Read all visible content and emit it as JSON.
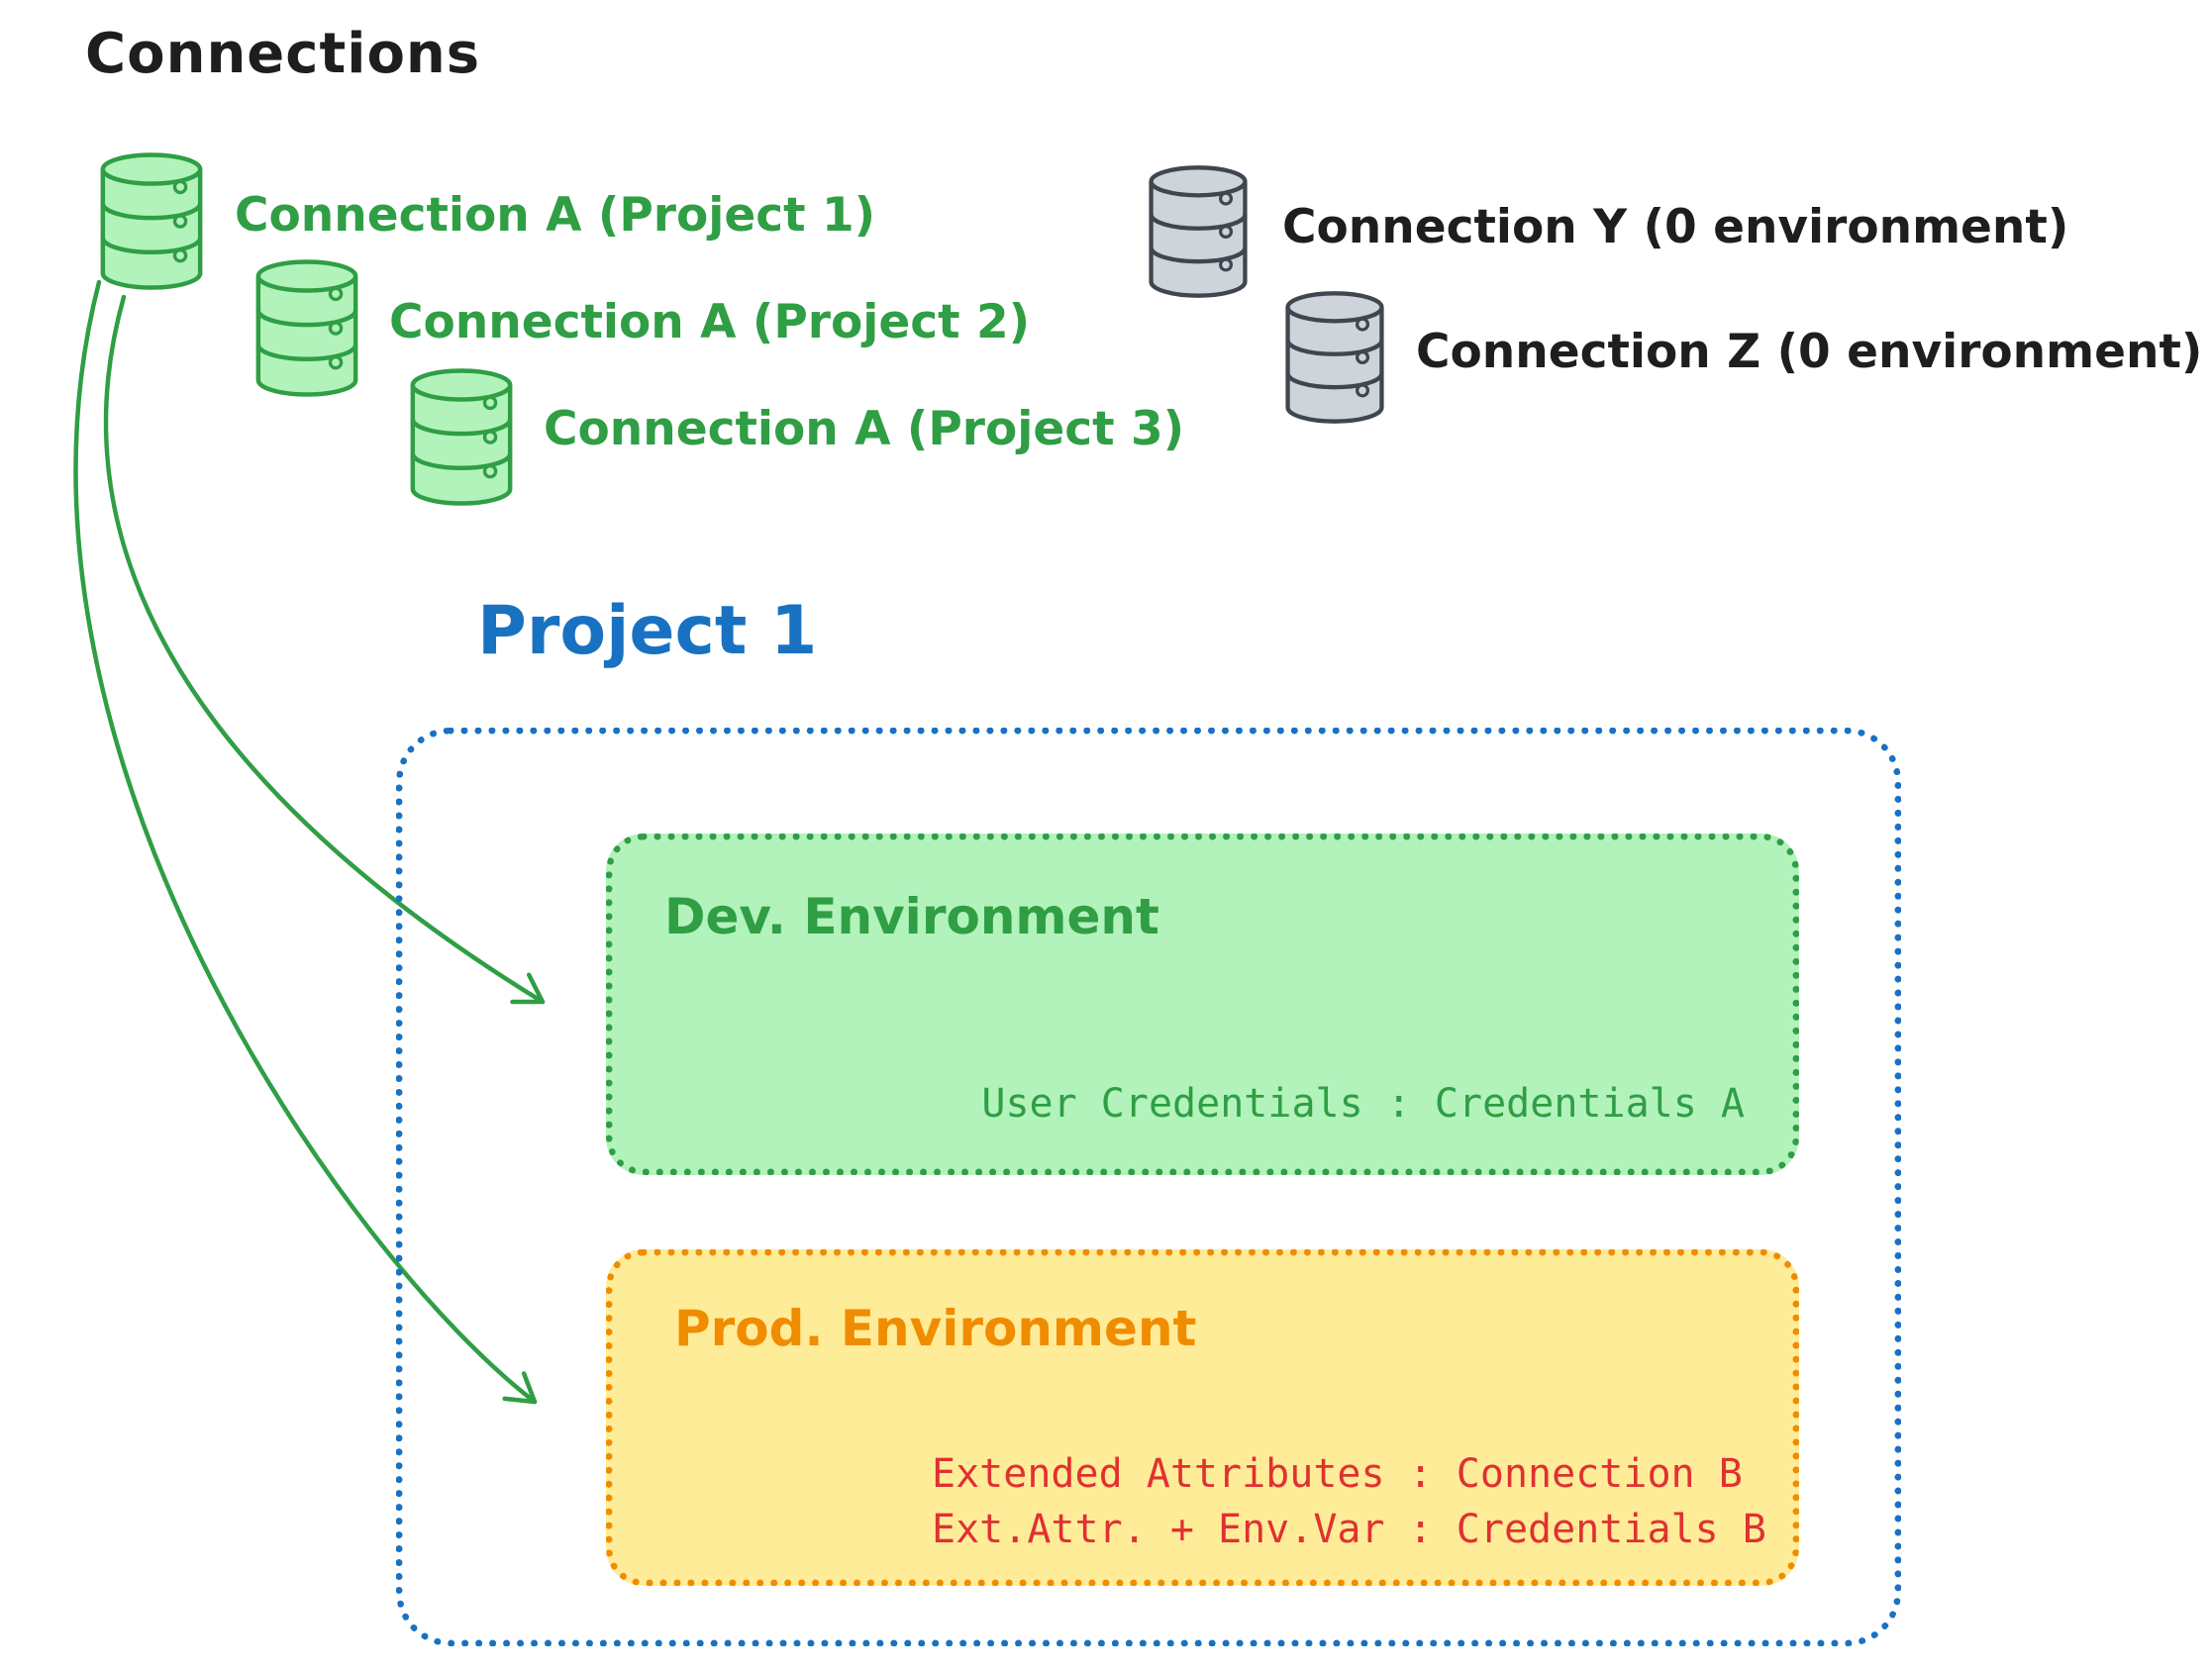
{
  "title": "Connections",
  "connections": {
    "project_a": [
      {
        "label": "Connection A (Project 1)"
      },
      {
        "label": "Connection A (Project 2)"
      },
      {
        "label": "Connection A (Project 3)"
      }
    ],
    "unassigned": [
      {
        "label": "Connection Y (0 environment)"
      },
      {
        "label": "Connection Z (0 environment)"
      }
    ]
  },
  "project": {
    "title": "Project 1",
    "dev_environment": {
      "title": "Dev. Environment",
      "credentials_text": "User Credentials : Credentials A"
    },
    "prod_environment": {
      "title": "Prod. Environment",
      "line1": "Extended Attributes : Connection B",
      "line2": "Ext.Attr. + Env.Var : Credentials B"
    }
  },
  "colors": {
    "green": "#2f9e44",
    "green_fill": "#b2f2bb",
    "blue": "#1971c2",
    "orange": "#f08c00",
    "orange_fill": "#ffec99",
    "red": "#e03131",
    "black": "#1e1e1e",
    "gray_stroke": "#40464f",
    "gray_fill": "#ced4da"
  }
}
